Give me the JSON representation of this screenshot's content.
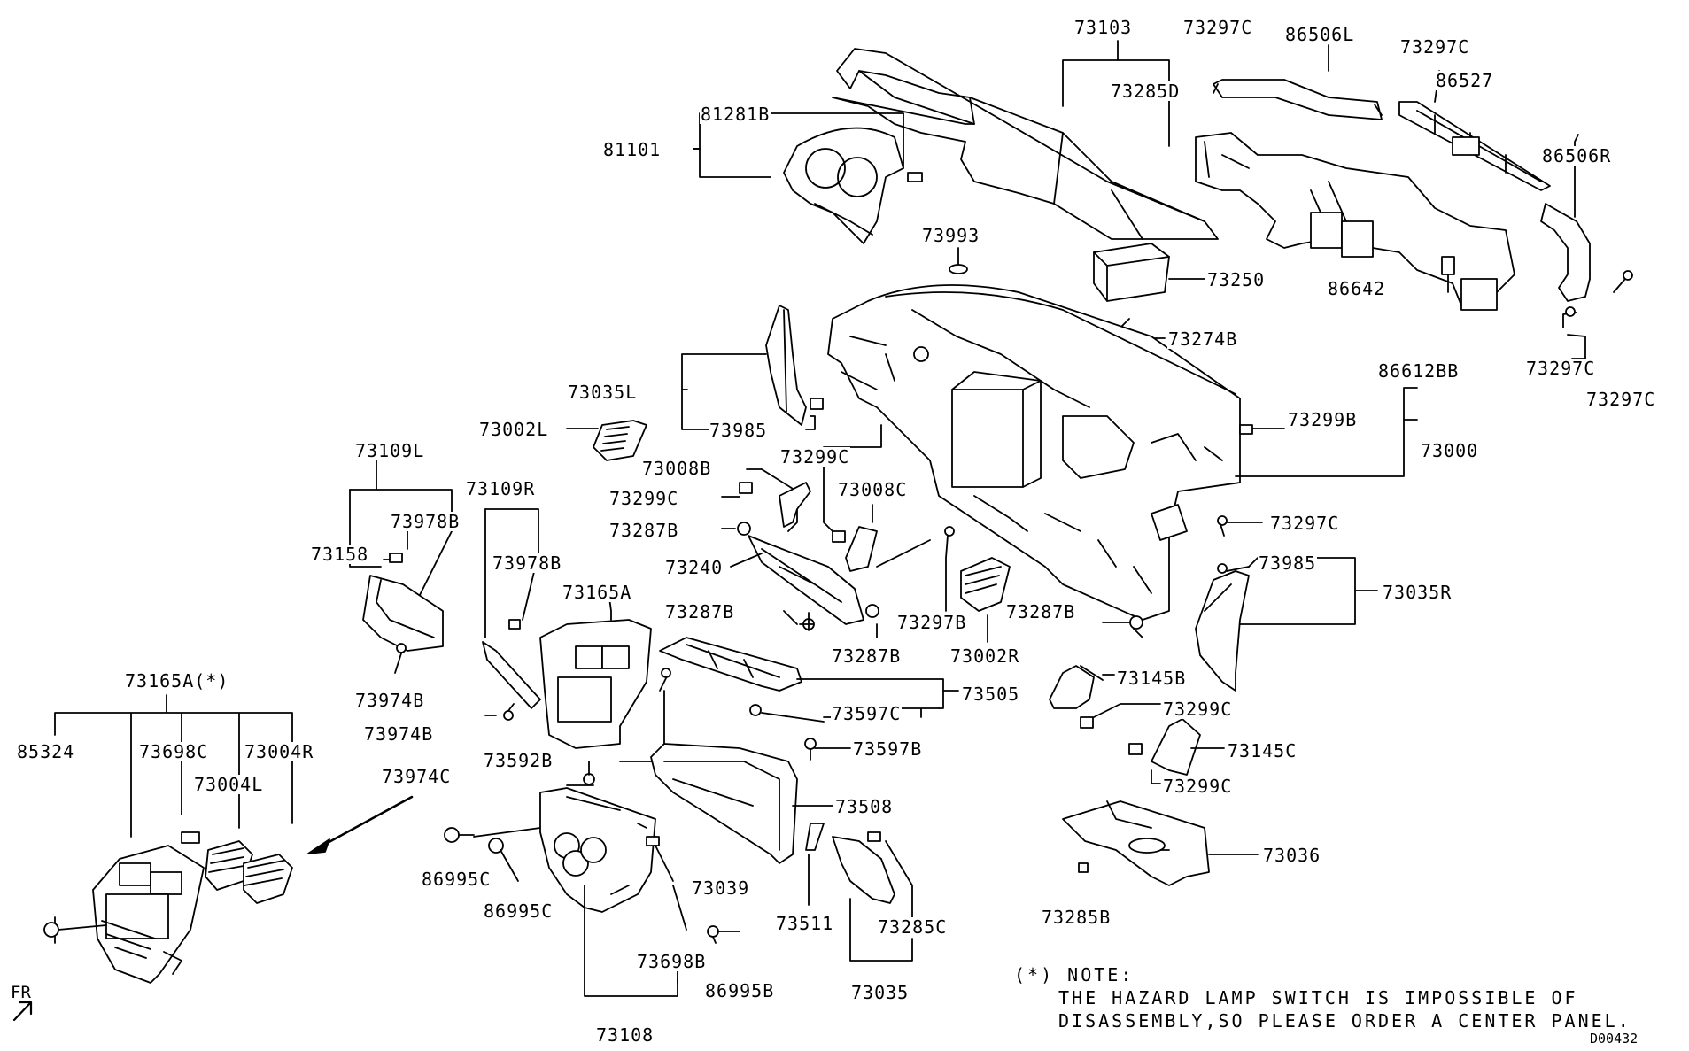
{
  "parts": {
    "p73103": "73103",
    "p73297C_1": "73297C",
    "p86506L": "86506L",
    "p73297C_2": "73297C",
    "p86527": "86527",
    "p73285D": "73285D",
    "p81281B": "81281B",
    "p81101": "81101",
    "p86506R": "86506R",
    "p73993": "73993",
    "p73250": "73250",
    "p86642": "86642",
    "p73274B": "73274B",
    "p86612BB": "86612BB",
    "p73297C_3": "73297C",
    "p73297C_4": "73297C",
    "p73035L": "73035L",
    "p73985_1": "73985",
    "p73002L": "73002L",
    "p73299B": "73299B",
    "p73000": "73000",
    "p73109L": "73109L",
    "p73299C_1": "73299C",
    "p73008B": "73008B",
    "p73008C": "73008C",
    "p73109R": "73109R",
    "p73299C_2": "73299C",
    "p73978B_1": "73978B",
    "p73287B_1": "73287B",
    "p73297C_5": "73297C",
    "p73158": "73158",
    "p73978B_2": "73978B",
    "p73240": "73240",
    "p73985_2": "73985",
    "p73165A": "73165A",
    "p73035R": "73035R",
    "p73287B_2": "73287B",
    "p73297B": "73297B",
    "p73287B_3": "73287B",
    "p73287B_4": "73287B",
    "p73002R": "73002R",
    "p73974B_1": "73974B",
    "p73145B": "73145B",
    "p73165A_star": "73165A(*)",
    "p73505": "73505",
    "p73597C": "73597C",
    "p73299C_3": "73299C",
    "p73974B_2": "73974B",
    "p85324": "85324",
    "p73698C": "73698C",
    "p73004R": "73004R",
    "p73597B": "73597B",
    "p73145C": "73145C",
    "p73592B": "73592B",
    "p73004L": "73004L",
    "p73299C_4": "73299C",
    "p73974C": "73974C",
    "p73508": "73508",
    "p73036": "73036",
    "p86995C_1": "86995C",
    "p73039": "73039",
    "p86995C_2": "86995C",
    "p73511": "73511",
    "p73285C": "73285C",
    "p73285B": "73285B",
    "p73698B": "73698B",
    "p86995B": "86995B",
    "p73035": "73035",
    "p73108": "73108"
  },
  "note": {
    "marker": "(*)",
    "label": "NOTE:",
    "line1": "THE HAZARD LAMP SWITCH IS IMPOSSIBLE OF",
    "line2": "DISASSEMBLY,SO PLEASE ORDER A CENTER PANEL."
  },
  "direction_label": "FR",
  "drawing_code": "D00432"
}
